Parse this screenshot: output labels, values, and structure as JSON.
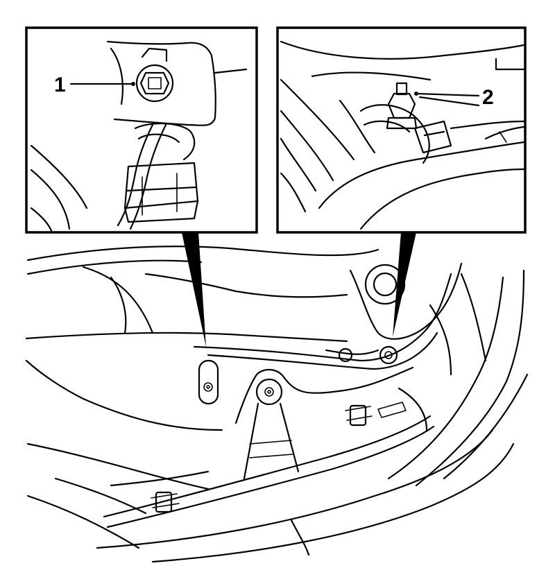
{
  "callouts": [
    {
      "label": "1",
      "part": "bolt"
    },
    {
      "label": "2",
      "part": "nut"
    }
  ],
  "colors": {
    "line": "#000000",
    "background": "#ffffff"
  }
}
